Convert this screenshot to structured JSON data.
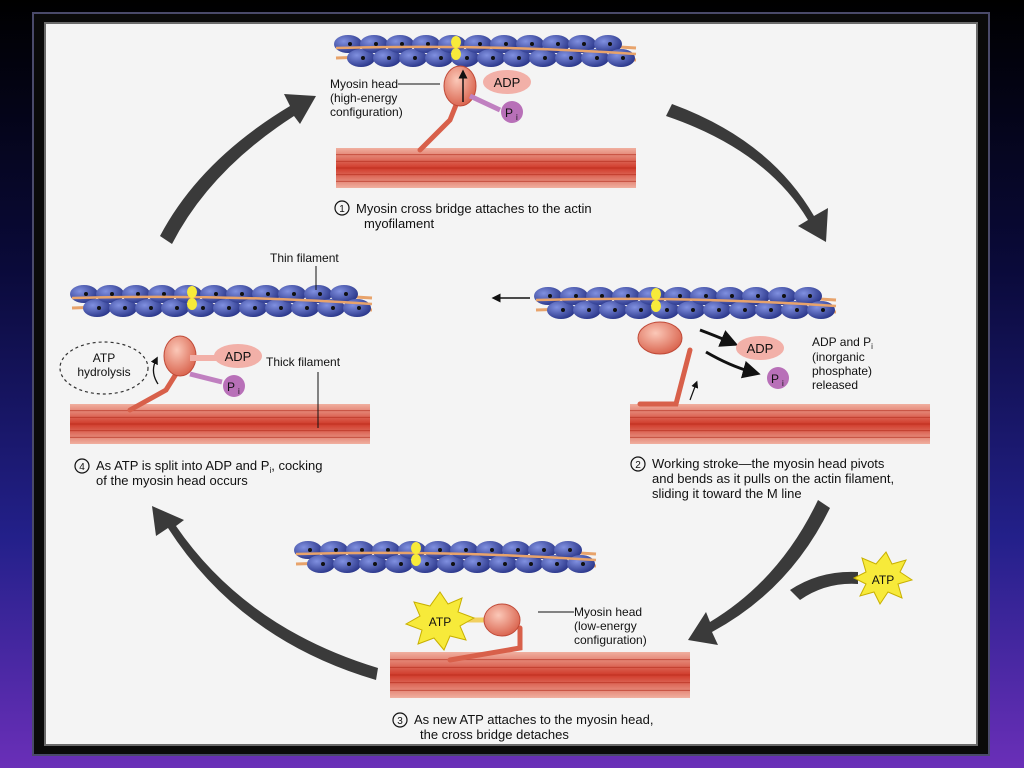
{
  "steps": [
    {
      "num": "1",
      "line1": "Myosin cross bridge attaches to the actin",
      "line2": "myofilament"
    },
    {
      "num": "2",
      "line1": "Working stroke—the myosin head pivots",
      "line2": "and bends as it pulls on the actin filament,",
      "line3": "sliding it toward the M line"
    },
    {
      "num": "3",
      "line1": "As new ATP attaches to the myosin head,",
      "line2": "the cross bridge detaches"
    },
    {
      "num": "4",
      "line1": "As ATP is split into ADP and P",
      "sub": "i",
      "line1b": ", cocking",
      "line2": "of the myosin head occurs"
    }
  ],
  "labels": {
    "myosin_head_high": [
      "Myosin head",
      "(high-energy",
      "configuration)"
    ],
    "myosin_head_low": [
      "Myosin head",
      "(low-energy",
      "configuration)"
    ],
    "thin_filament": "Thin filament",
    "thick_filament": "Thick filament",
    "atp_hydrolysis": [
      "ATP",
      "hydrolysis"
    ],
    "adp": "ADP",
    "p": "P",
    "p_sub": "i",
    "atp": "ATP",
    "released": [
      "ADP and P",
      "(inorganic",
      "phosphate)",
      "released"
    ],
    "released_sub": "i"
  },
  "colors": {
    "actin_bead": "#3a4aa8",
    "actin_strand": "#e8a36b",
    "thick": "#d64a3a",
    "myosin": "#e88878",
    "adp": "#f2b0a8",
    "pi": "#b870b8",
    "atp": "#f7ea3a",
    "arrow": "#3a3a3a"
  }
}
